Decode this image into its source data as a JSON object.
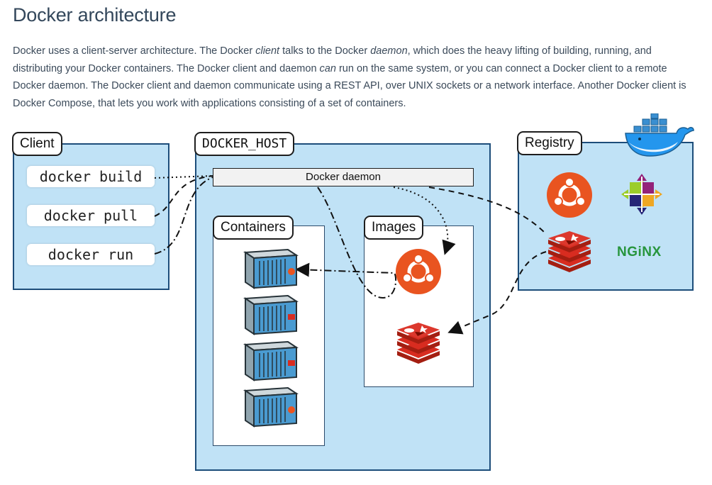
{
  "heading": "Docker architecture",
  "paragraph": {
    "p1": "Docker uses a client-server architecture. The Docker ",
    "em1": "client",
    "p2": " talks to the Docker ",
    "em2": "daemon",
    "p3": ", which does the heavy lifting of building, running, and distributing your Docker containers. The Docker client and daemon ",
    "em3": "can",
    "p4": " run on the same system, or you can connect a Docker client to a remote Docker daemon. The Docker client and daemon communicate using a REST API, over UNIX sockets or a network interface. Another Docker client is Docker Compose, that lets you work with applications consisting of a set of containers."
  },
  "diagram": {
    "client": {
      "label": "Client",
      "commands": [
        "docker build",
        "docker pull",
        "docker run"
      ]
    },
    "host": {
      "label": "DOCKER_HOST",
      "daemon": "Docker daemon",
      "containers_label": "Containers",
      "images_label": "Images"
    },
    "registry": {
      "label": "Registry",
      "nginx_text": "NGiNX"
    }
  },
  "colors": {
    "box_fill": "#c0e2f6",
    "ubuntu": "#e95420",
    "redis": "#d9382b",
    "container_body": "#4a9bd1",
    "whale": "#2496ed",
    "nginx": "#27953d"
  },
  "icons": [
    "ubuntu-icon",
    "redis-icon",
    "centos-icon",
    "nginx-icon",
    "docker-whale-icon",
    "container-icon"
  ]
}
